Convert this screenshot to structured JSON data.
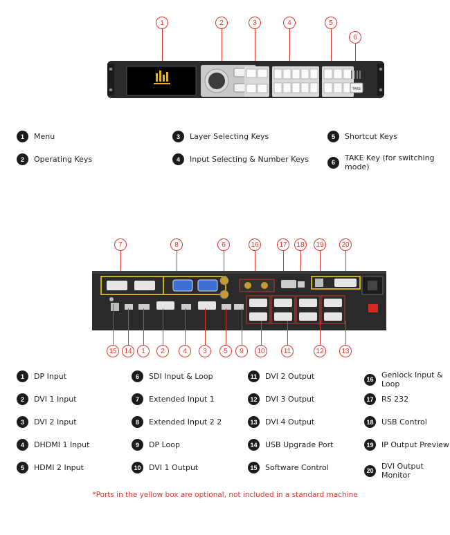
{
  "front": {
    "callouts": [
      "1",
      "2",
      "3",
      "4",
      "5",
      "6"
    ],
    "legend": [
      {
        "num": "1",
        "label": "Menu"
      },
      {
        "num": "2",
        "label": "Operating Keys"
      },
      {
        "num": "3",
        "label": "Layer Selecting Keys"
      },
      {
        "num": "4",
        "label": "Input Selecting & Number Keys"
      },
      {
        "num": "5",
        "label": "Shortcut Keys"
      },
      {
        "num": "6",
        "label": "TAKE Key  (for switching mode)"
      }
    ],
    "keys": {
      "take": "TAKE"
    }
  },
  "rear": {
    "top_callouts": [
      "7",
      "8",
      "6",
      "16",
      "17",
      "18",
      "19",
      "20"
    ],
    "bottom_callouts": [
      "15",
      "14",
      "1",
      "2",
      "4",
      "3",
      "5",
      "9",
      "10",
      "11",
      "12",
      "13"
    ],
    "legend": [
      {
        "num": "1",
        "label": "DP Input"
      },
      {
        "num": "2",
        "label": "DVI 1 Input"
      },
      {
        "num": "3",
        "label": "DVI 2 Input"
      },
      {
        "num": "4",
        "label": "DHDMI 1 Input"
      },
      {
        "num": "5",
        "label": "HDMI 2 Input"
      },
      {
        "num": "6",
        "label": "SDI Input & Loop"
      },
      {
        "num": "7",
        "label": "Extended Input 1"
      },
      {
        "num": "8",
        "label": "Extended Input 2 2"
      },
      {
        "num": "9",
        "label": "DP Loop"
      },
      {
        "num": "10",
        "label": "DVI 1 Output"
      },
      {
        "num": "11",
        "label": "DVI 2 Output"
      },
      {
        "num": "12",
        "label": "DVI 3 Output"
      },
      {
        "num": "13",
        "label": "DVI 4 Output"
      },
      {
        "num": "14",
        "label": "USB Upgrade Port"
      },
      {
        "num": "15",
        "label": "Software Control"
      },
      {
        "num": "16",
        "label": "Genlock Input & Loop"
      },
      {
        "num": "17",
        "label": "RS 232"
      },
      {
        "num": "18",
        "label": "USB Control"
      },
      {
        "num": "19",
        "label": "IP Output Preview"
      },
      {
        "num": "20",
        "label": "DVI Output Monitor"
      }
    ]
  },
  "note": "*Ports in the yellow box are optional, not included in a standard machine",
  "colors": {
    "accent": "#e0362c",
    "badge": "#1c1c1c",
    "device": "#2a2a2a",
    "highlight": "#f2d400"
  }
}
